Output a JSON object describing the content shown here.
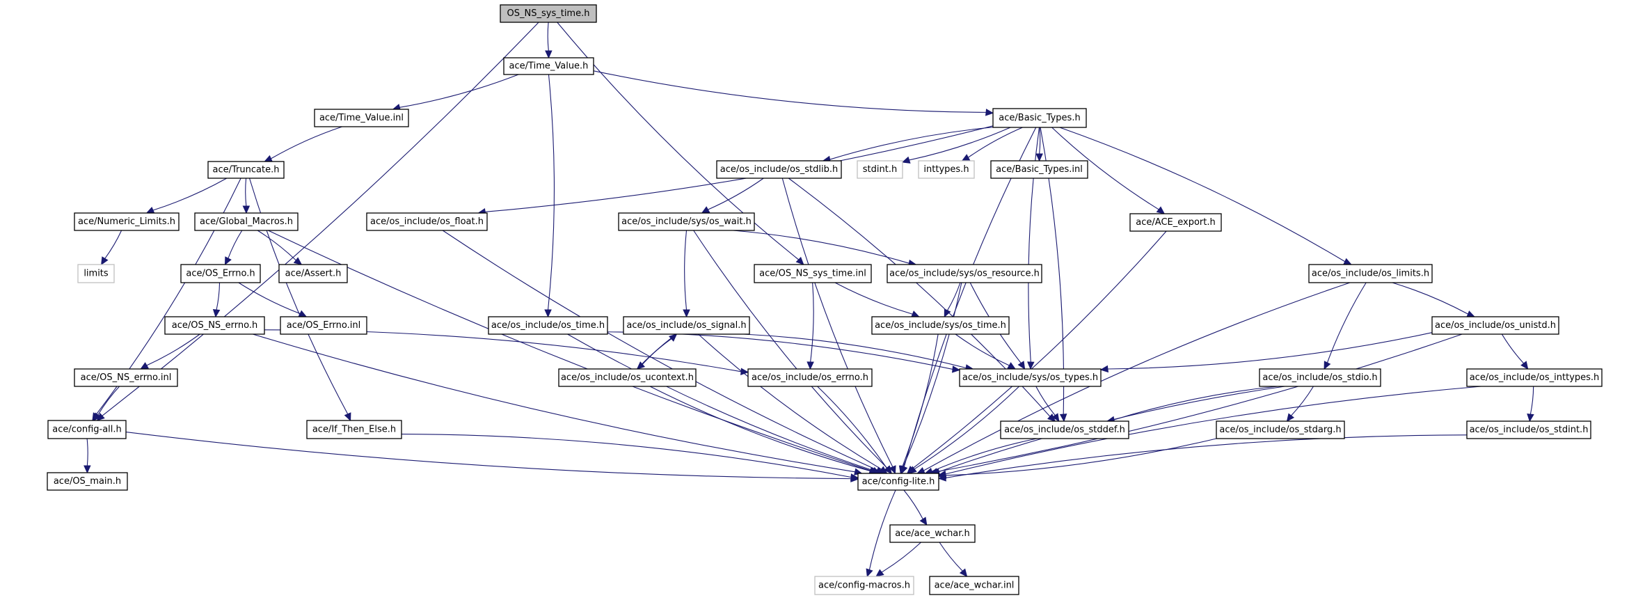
{
  "diagram": {
    "type": "include-dependency-graph",
    "root": "OS_NS_sys_time.h",
    "colors": {
      "edge": "#191970",
      "root_fill": "#bfbfbf",
      "node_border": "#000000",
      "external_border": "#bfbfbf"
    },
    "nodes": [
      {
        "id": "root",
        "label": "OS_NS_sys_time.h",
        "kind": "root"
      },
      {
        "id": "time_value_h",
        "label": "ace/Time_Value.h"
      },
      {
        "id": "time_value_inl",
        "label": "ace/Time_Value.inl"
      },
      {
        "id": "basic_types_h",
        "label": "ace/Basic_Types.h"
      },
      {
        "id": "truncate_h",
        "label": "ace/Truncate.h"
      },
      {
        "id": "os_stdlib_h",
        "label": "ace/os_include/os_stdlib.h"
      },
      {
        "id": "stdint_h",
        "label": "stdint.h",
        "kind": "external"
      },
      {
        "id": "inttypes_h",
        "label": "inttypes.h",
        "kind": "external"
      },
      {
        "id": "basic_types_inl",
        "label": "ace/Basic_Types.inl"
      },
      {
        "id": "numeric_limits_h",
        "label": "ace/Numeric_Limits.h"
      },
      {
        "id": "global_macros_h",
        "label": "ace/Global_Macros.h"
      },
      {
        "id": "os_float_h",
        "label": "ace/os_include/os_float.h"
      },
      {
        "id": "sys_os_wait_h",
        "label": "ace/os_include/sys/os_wait.h"
      },
      {
        "id": "ace_export_h",
        "label": "ace/ACE_export.h"
      },
      {
        "id": "limits",
        "label": "limits",
        "kind": "external"
      },
      {
        "id": "os_errno_ace_h",
        "label": "ace/OS_Errno.h"
      },
      {
        "id": "assert_h",
        "label": "ace/Assert.h"
      },
      {
        "id": "os_ns_sys_time_inl",
        "label": "ace/OS_NS_sys_time.inl"
      },
      {
        "id": "sys_os_resource_h",
        "label": "ace/os_include/sys/os_resource.h"
      },
      {
        "id": "os_limits_h",
        "label": "ace/os_include/os_limits.h"
      },
      {
        "id": "os_ns_errno_h",
        "label": "ace/OS_NS_errno.h"
      },
      {
        "id": "os_errno_inl",
        "label": "ace/OS_Errno.inl"
      },
      {
        "id": "os_time_h",
        "label": "ace/os_include/os_time.h"
      },
      {
        "id": "os_signal_h",
        "label": "ace/os_include/os_signal.h"
      },
      {
        "id": "sys_os_time_h",
        "label": "ace/os_include/sys/os_time.h"
      },
      {
        "id": "os_unistd_h",
        "label": "ace/os_include/os_unistd.h"
      },
      {
        "id": "os_ns_errno_inl",
        "label": "ace/OS_NS_errno.inl"
      },
      {
        "id": "os_ucontext_h",
        "label": "ace/os_include/os_ucontext.h"
      },
      {
        "id": "os_errno_h",
        "label": "ace/os_include/os_errno.h"
      },
      {
        "id": "sys_os_types_h",
        "label": "ace/os_include/sys/os_types.h"
      },
      {
        "id": "os_stdio_h",
        "label": "ace/os_include/os_stdio.h"
      },
      {
        "id": "os_inttypes_h",
        "label": "ace/os_include/os_inttypes.h"
      },
      {
        "id": "config_all_h",
        "label": "ace/config-all.h"
      },
      {
        "id": "if_then_else_h",
        "label": "ace/If_Then_Else.h"
      },
      {
        "id": "os_stddef_h",
        "label": "ace/os_include/os_stddef.h"
      },
      {
        "id": "os_stdarg_h",
        "label": "ace/os_include/os_stdarg.h"
      },
      {
        "id": "os_stdint_h",
        "label": "ace/os_include/os_stdint.h"
      },
      {
        "id": "os_main_h",
        "label": "ace/OS_main.h"
      },
      {
        "id": "config_lite_h",
        "label": "ace/config-lite.h"
      },
      {
        "id": "ace_wchar_h",
        "label": "ace/ace_wchar.h"
      },
      {
        "id": "config_macros_h",
        "label": "ace/config-macros.h",
        "kind": "external"
      },
      {
        "id": "ace_wchar_inl",
        "label": "ace/ace_wchar.inl"
      }
    ],
    "edges": [
      [
        "root",
        "time_value_h"
      ],
      [
        "root",
        "config_all_h"
      ],
      [
        "root",
        "os_ns_sys_time_inl"
      ],
      [
        "time_value_h",
        "time_value_inl"
      ],
      [
        "time_value_h",
        "basic_types_h"
      ],
      [
        "time_value_h",
        "os_time_h"
      ],
      [
        "time_value_inl",
        "truncate_h"
      ],
      [
        "truncate_h",
        "numeric_limits_h"
      ],
      [
        "truncate_h",
        "global_macros_h"
      ],
      [
        "truncate_h",
        "config_all_h"
      ],
      [
        "truncate_h",
        "if_then_else_h"
      ],
      [
        "numeric_limits_h",
        "limits"
      ],
      [
        "global_macros_h",
        "os_errno_ace_h"
      ],
      [
        "global_macros_h",
        "assert_h"
      ],
      [
        "global_macros_h",
        "config_lite_h"
      ],
      [
        "os_errno_ace_h",
        "os_ns_errno_h"
      ],
      [
        "os_errno_ace_h",
        "os_errno_inl"
      ],
      [
        "os_ns_errno_h",
        "os_ns_errno_inl"
      ],
      [
        "os_ns_errno_h",
        "config_lite_h"
      ],
      [
        "os_ns_errno_h",
        "os_errno_h"
      ],
      [
        "os_ns_errno_inl",
        "config_all_h"
      ],
      [
        "config_all_h",
        "os_main_h"
      ],
      [
        "config_all_h",
        "config_lite_h"
      ],
      [
        "if_then_else_h",
        "config_lite_h"
      ],
      [
        "os_float_h",
        "config_lite_h"
      ],
      [
        "basic_types_h",
        "os_float_h"
      ],
      [
        "basic_types_h",
        "os_stdlib_h"
      ],
      [
        "basic_types_h",
        "stdint_h"
      ],
      [
        "basic_types_h",
        "inttypes_h"
      ],
      [
        "basic_types_h",
        "basic_types_inl"
      ],
      [
        "basic_types_h",
        "ace_export_h"
      ],
      [
        "basic_types_h",
        "os_limits_h"
      ],
      [
        "basic_types_h",
        "sys_os_types_h"
      ],
      [
        "basic_types_h",
        "os_stddef_h"
      ],
      [
        "basic_types_h",
        "config_lite_h"
      ],
      [
        "os_stdlib_h",
        "sys_os_wait_h"
      ],
      [
        "os_stdlib_h",
        "config_lite_h"
      ],
      [
        "os_stdlib_h",
        "os_stddef_h"
      ],
      [
        "sys_os_wait_h",
        "os_signal_h"
      ],
      [
        "sys_os_wait_h",
        "sys_os_resource_h"
      ],
      [
        "sys_os_wait_h",
        "config_lite_h"
      ],
      [
        "os_ns_sys_time_inl",
        "os_errno_h"
      ],
      [
        "os_ns_sys_time_inl",
        "sys_os_time_h"
      ],
      [
        "sys_os_resource_h",
        "sys_os_time_h"
      ],
      [
        "sys_os_resource_h",
        "sys_os_types_h"
      ],
      [
        "sys_os_resource_h",
        "config_lite_h"
      ],
      [
        "os_time_h",
        "config_lite_h"
      ],
      [
        "os_time_h",
        "sys_os_types_h"
      ],
      [
        "os_signal_h",
        "os_ucontext_h"
      ],
      [
        "os_signal_h",
        "sys_os_types_h"
      ],
      [
        "os_signal_h",
        "config_lite_h"
      ],
      [
        "os_ucontext_h",
        "os_signal_h"
      ],
      [
        "os_ucontext_h",
        "config_lite_h"
      ],
      [
        "os_errno_h",
        "config_lite_h"
      ],
      [
        "sys_os_time_h",
        "sys_os_types_h"
      ],
      [
        "sys_os_time_h",
        "config_lite_h"
      ],
      [
        "sys_os_types_h",
        "os_stddef_h"
      ],
      [
        "sys_os_types_h",
        "config_lite_h"
      ],
      [
        "os_stddef_h",
        "config_lite_h"
      ],
      [
        "ace_export_h",
        "config_lite_h"
      ],
      [
        "os_limits_h",
        "os_stdio_h"
      ],
      [
        "os_limits_h",
        "os_unistd_h"
      ],
      [
        "os_limits_h",
        "config_lite_h"
      ],
      [
        "os_unistd_h",
        "sys_os_types_h"
      ],
      [
        "os_unistd_h",
        "os_inttypes_h"
      ],
      [
        "os_unistd_h",
        "config_lite_h"
      ],
      [
        "os_stdio_h",
        "os_stddef_h"
      ],
      [
        "os_stdio_h",
        "os_stdarg_h"
      ],
      [
        "os_stdio_h",
        "config_lite_h"
      ],
      [
        "os_inttypes_h",
        "os_stdint_h"
      ],
      [
        "os_inttypes_h",
        "config_lite_h"
      ],
      [
        "os_stdarg_h",
        "config_lite_h"
      ],
      [
        "os_stdint_h",
        "config_lite_h"
      ],
      [
        "config_lite_h",
        "ace_wchar_h"
      ],
      [
        "config_lite_h",
        "config_macros_h"
      ],
      [
        "ace_wchar_h",
        "config_macros_h"
      ],
      [
        "ace_wchar_h",
        "ace_wchar_inl"
      ]
    ]
  }
}
